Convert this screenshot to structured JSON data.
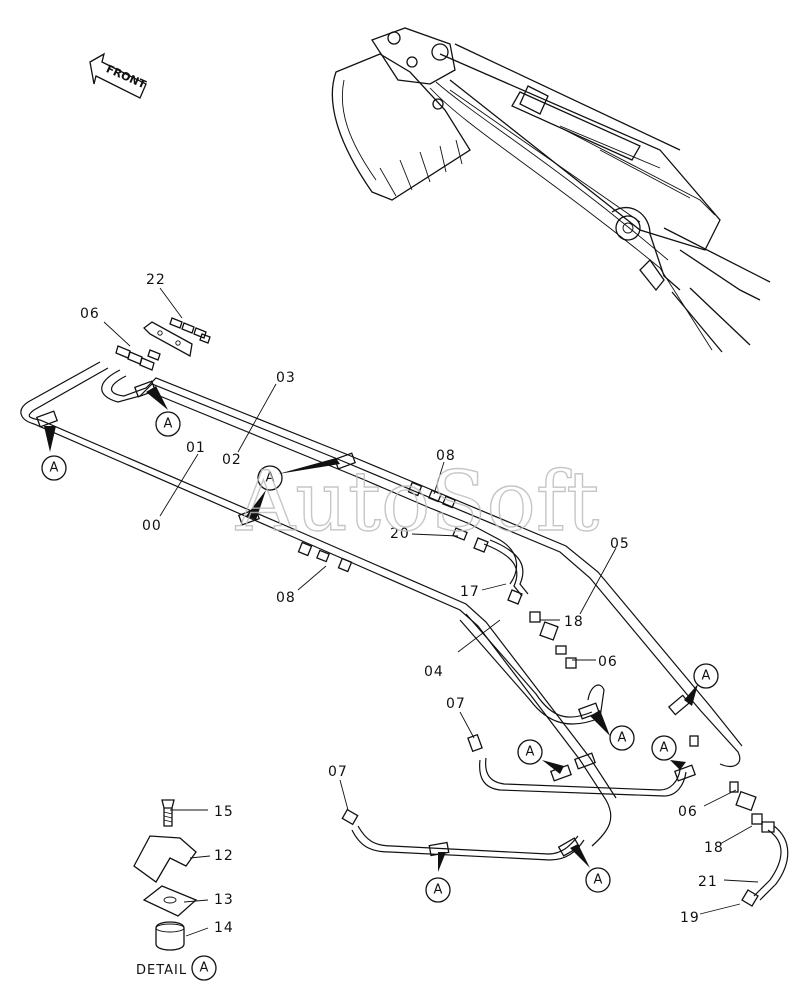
{
  "direction_label": "FRONT",
  "watermark": "AutoSoft",
  "detail_caption": "DETAIL",
  "detail_ref": "A",
  "part_labels": [
    "22",
    "06",
    "03",
    "02",
    "01",
    "00",
    "08",
    "20",
    "17",
    "18",
    "06",
    "05",
    "04",
    "08",
    "07",
    "07",
    "06",
    "18",
    "21",
    "19",
    "15",
    "12",
    "13",
    "14"
  ],
  "callout_letter": "A"
}
